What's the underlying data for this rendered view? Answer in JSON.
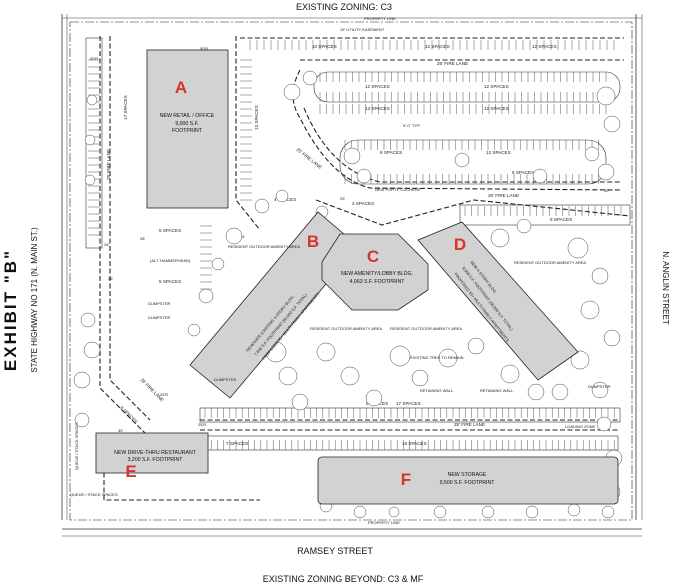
{
  "zoning": {
    "north": "EXISTING ZONING: C3",
    "south": "EXISTING ZONING BEYOND: C3 & MF"
  },
  "streets": {
    "south": "RAMSEY STREET",
    "east": "N. ANGLIN STREET",
    "west": "STATE HIGHWAY NO 171 (N. MAIN ST.)"
  },
  "exhibit_label": "EXHIBIT \"B\"",
  "property_line": "PROPERTY LINE",
  "utility_easement": "15' UTILITY EASEMENT",
  "fire_lane": "25' FIRE LANE",
  "porte_cochere": "NEW PORTE COCHERE",
  "hammerhead": "(ALT. HAMMERHEAD)",
  "dumpster": "DUMPSTER",
  "retaining_wall": "RETAINING WALL",
  "loading_zone": "LOADING ZONE",
  "tree_remain": "EXISTING TREE TO REMAIN",
  "typ_dim": "9'-0\" TYP.",
  "stack_spaces": "QUEUE / STACK SPACES",
  "amenity": {
    "outdoor": "RESIDENT OUTDOOR AMENITY AREA"
  },
  "buildings": {
    "a": {
      "letter": "A",
      "name": "NEW RETAIL / OFFICE",
      "footprint": "9,000 S.F.",
      "footprint_label": "FOOTPRINT"
    },
    "b": {
      "letter": "B",
      "name": "RENOVATE EXISTING 4-STORY BLDG.",
      "footprint": "7,845 S.F. FOOTPRINT (60,000 S.F. TOTAL)",
      "units": "PROPOSED 55+ MULTI-FAMILY APARTMENTS"
    },
    "c": {
      "letter": "C",
      "name": "NEW AMENITY/LOBBY BLDG.",
      "footprint": "4,063 S.F. FOOTPRINT"
    },
    "d": {
      "letter": "D",
      "name": "NEW 4-STORY BLDG.",
      "footprint": "9,000 S.F. FOOTPRINT (36,000 S.F. TOTAL)",
      "units": "PROPOSED 55+ MULTI-FAMILY APARTMENTS"
    },
    "e": {
      "letter": "E",
      "name": "NEW DRIVE-THRU RESTAURANT",
      "footprint": "3,200 S.F. FOOTPRINT"
    },
    "f": {
      "letter": "F",
      "name": "NEW STORAGE",
      "footprint": "9,500 S.F. FOOTPRINT"
    }
  },
  "parking": {
    "north_a": "10 SPACES",
    "north_b": "12 SPACES",
    "north_c": "12 SPACES",
    "island_r1a": "12 SPACES",
    "island_r1b": "12 SPACES",
    "island_r2a": "13 SPACES",
    "island_r2b": "12 SPACES",
    "island_r3a": "8 SPACES",
    "island_r3b": "12 SPACES",
    "island_r3c": "6 SPACES",
    "porte_a": "4 SPACES",
    "porte_b": "2 SPACES",
    "retail_w": "17 SPACES",
    "retail_e": "13 SPACES",
    "retail_s1": "5 SPACES",
    "retail_s2": "5 SPACES",
    "east": "9 SPACES",
    "mid_a": "6 SPACES",
    "mid_b": "17 SPACES",
    "south_a": "7 SPACES",
    "south_b": "18 SPACES",
    "west_s": "6 SPACES"
  },
  "dims": {
    "d50": "50'R",
    "d25": "25'",
    "d28": "28'",
    "d26": "26'",
    "d24": "24'",
    "d30": "30'",
    "d25r": "25'R"
  }
}
